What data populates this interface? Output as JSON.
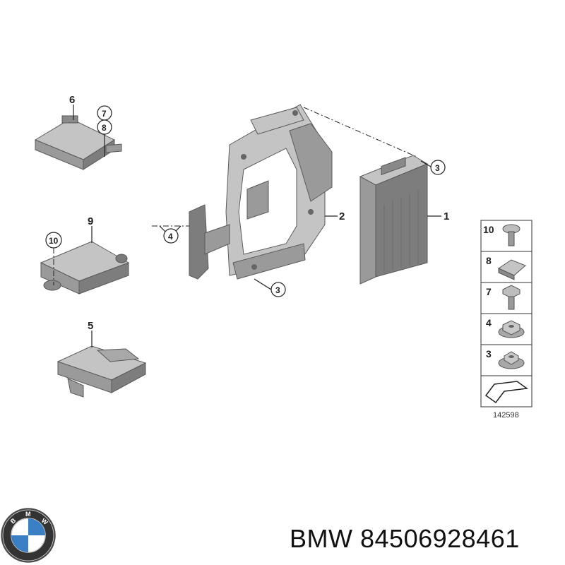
{
  "callouts": {
    "p1": "1",
    "p2": "2",
    "p3a": "3",
    "p3b": "3",
    "p4": "4",
    "p5": "5",
    "p6": "6",
    "p7": "7",
    "p8": "8",
    "p9": "9",
    "p10": "10"
  },
  "legend": {
    "items": [
      "10",
      "8",
      "7",
      "4",
      "3"
    ]
  },
  "diagram_ref": "142598",
  "footer": {
    "brand": "BMW",
    "part_number": "84506928461"
  },
  "logo_letters": [
    "B",
    "M",
    "W"
  ]
}
